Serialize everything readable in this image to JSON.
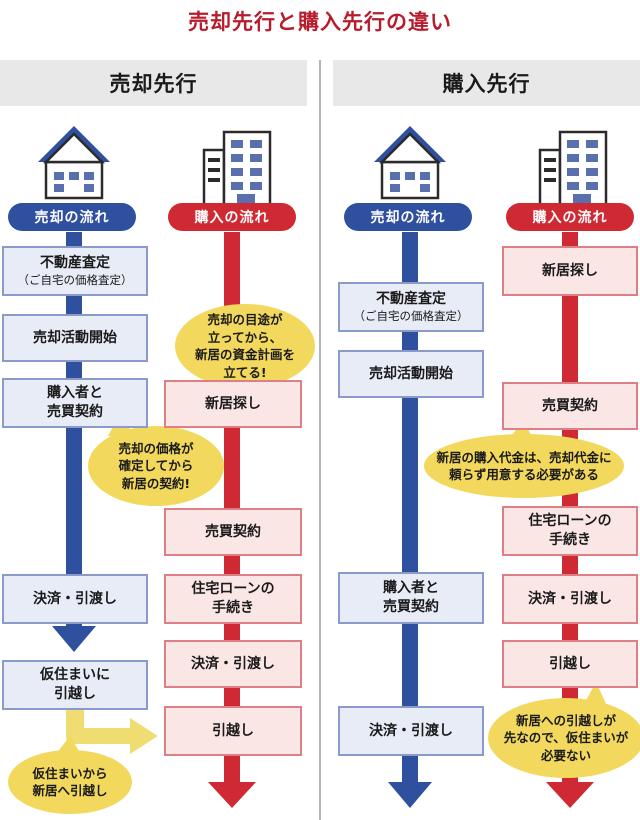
{
  "title": "売却先行と購入先行の違い",
  "colors": {
    "blue": "#2f4f9f",
    "red": "#cf2a34",
    "bubble": "#f2d85c",
    "yellow_arrow": "#f0dd72"
  },
  "icons": [
    "house-icon",
    "building-icon"
  ],
  "left": {
    "heading": "売却先行",
    "sell_label": "売却の流れ",
    "buy_label": "購入の流れ",
    "sell_steps": {
      "s1_main": "不動産査定",
      "s1_sub": "（ご自宅の価格査定）",
      "s2": "売却活動開始",
      "s3": "購入者と\n売買契約",
      "s4": "決済・引渡し",
      "s5": "仮住まいに\n引越し"
    },
    "buy_steps": {
      "b1": "新居探し",
      "b2": "売買契約",
      "b3": "住宅ローンの\n手続き",
      "b4": "決済・引渡し",
      "b5": "引越し"
    },
    "bubbles": {
      "c1": "売却の目途が\n立ってから、\n新居の資金計画を\n立てる!",
      "c2": "売却の価格が\n確定してから\n新居の契約!",
      "c3": "仮住まいから\n新居へ引越し"
    }
  },
  "right": {
    "heading": "購入先行",
    "sell_label": "売却の流れ",
    "buy_label": "購入の流れ",
    "sell_steps": {
      "s1_main": "不動産査定",
      "s1_sub": "（ご自宅の価格査定）",
      "s2": "売却活動開始",
      "s3": "購入者と\n売買契約",
      "s4": "決済・引渡し"
    },
    "buy_steps": {
      "b1": "新居探し",
      "b2": "売買契約",
      "b3": "住宅ローンの\n手続き",
      "b4": "決済・引渡し",
      "b5": "引越し"
    },
    "bubbles": {
      "c1": "新居の購入代金は、売却代金に\n頼らず用意する必要がある",
      "c2": "新居への引越しが\n先なので、仮住まいが\n必要ない"
    }
  }
}
